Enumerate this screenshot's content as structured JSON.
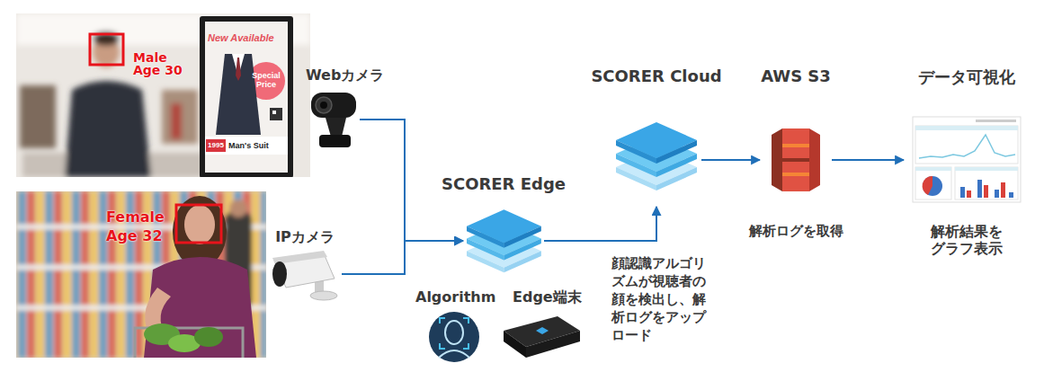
{
  "diagram": {
    "nodes": [
      {
        "text": [
          "Webカメラ"
        ]
      },
      {
        "text": [
          "IPカメラ"
        ]
      },
      {
        "text": [
          "SCORER Edge"
        ]
      },
      {
        "text": [
          "SCORER Cloud"
        ]
      },
      {
        "text": [
          "AWS S3",
          "解析ログを取得"
        ]
      },
      {
        "text": [
          "データ可視化",
          "解析結果を グラフ表示"
        ]
      }
    ],
    "edges": [
      {
        "from": 0,
        "to": 2,
        "arrow": "to"
      },
      {
        "from": 1,
        "to": 2,
        "arrow": "to"
      },
      {
        "from": 2,
        "to": 3,
        "arrow": "to",
        "label": "顔認識アルゴリズムが視聴者の顔を検出し、解析ログをアップロード"
      },
      {
        "from": 3,
        "to": 4,
        "arrow": "to"
      },
      {
        "from": 4,
        "to": 5,
        "arrow": "to"
      }
    ],
    "labels": [
      "Male",
      "Age 30",
      "New Available",
      "Special Price",
      "1995",
      "Man's Suit",
      "Female",
      "Age 32",
      "Algorithm",
      "Edge端末"
    ]
  }
}
